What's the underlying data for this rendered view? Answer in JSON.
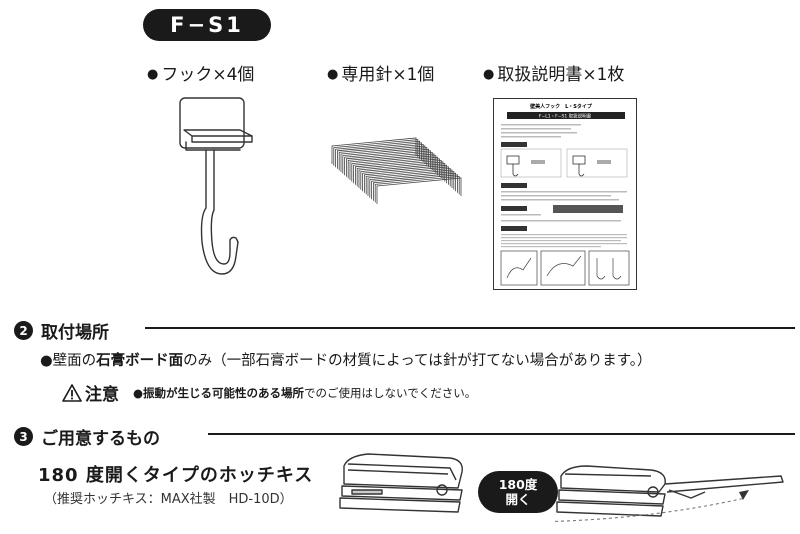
{
  "model": "F−S1",
  "contents": [
    {
      "bullet": "●",
      "label": "フック×4個"
    },
    {
      "bullet": "●",
      "label": "専用針×1個"
    },
    {
      "bullet": "●",
      "label": "取扱説明書×1枚"
    }
  ],
  "manual_thumb": {
    "title": "壁美人フック　L・Sタイプ",
    "subtitle": "F−L1・F−S1 取扱説明書"
  },
  "section2": {
    "number": "2",
    "title": "取付場所",
    "body_prefix": "●壁面の",
    "body_bold": "石膏ボード面",
    "body_suffix": "のみ（一部石膏ボードの材質によっては針が打てない場合があります。）",
    "caution_icon": "warning-triangle-icon",
    "caution_title": "注意",
    "caution_bullet": "●",
    "caution_bold": "振動が生じる可能性のある場所",
    "caution_rest": "でのご使用はしないでください。"
  },
  "section3": {
    "number": "3",
    "title": "ご用意するもの",
    "stapler_title": "180 度開くタイプのホッチキス",
    "stapler_note": "（推奨ホッチキス：MAX社製　HD-10D）",
    "badge_line1": "180度",
    "badge_line2": "開く"
  },
  "colors": {
    "ink": "#1a1a1a",
    "paper": "#ffffff"
  }
}
